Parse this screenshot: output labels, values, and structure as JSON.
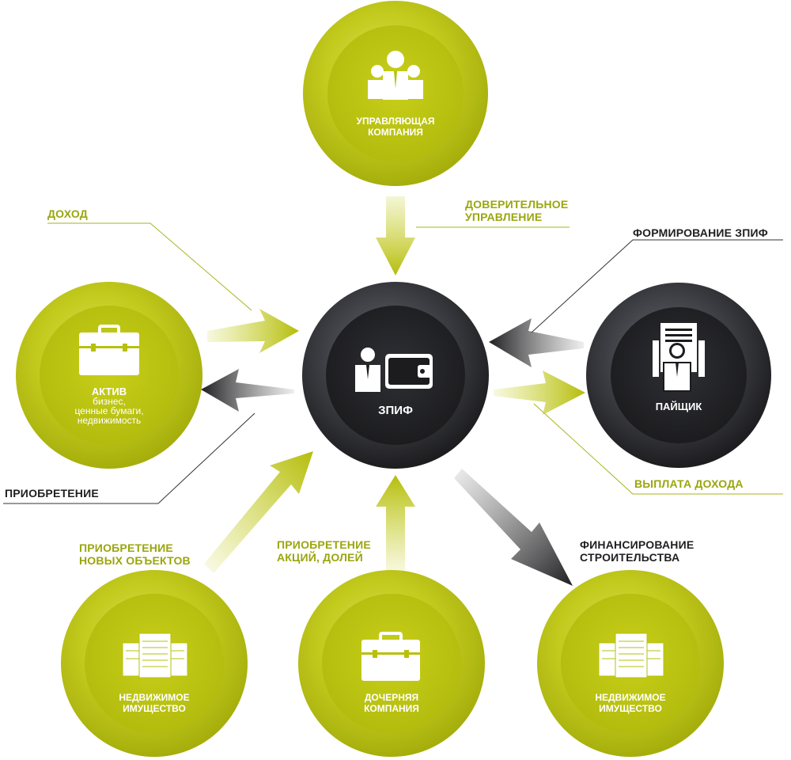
{
  "nodes": {
    "management": {
      "line1": "УПРАВЛЯЮЩАЯ",
      "line2": "КОМПАНИЯ",
      "icon": "team-icon"
    },
    "fund": {
      "label": "ЗПИФ",
      "icon": "person-wallet-icon"
    },
    "asset": {
      "title": "АКТИВ",
      "sub1": "бизнес,",
      "sub2": "ценные бумаги,",
      "sub3": "недвижимость",
      "icon": "briefcase-icon"
    },
    "shareholder": {
      "label": "ПАЙЩИК",
      "icon": "person-certificate-icon"
    },
    "realty_left": {
      "line1": "НЕДВИЖИМОЕ",
      "line2": "ИМУЩЕСТВО",
      "icon": "buildings-icon"
    },
    "subsidiary": {
      "line1": "ДОЧЕРНЯЯ",
      "line2": "КОМПАНИЯ",
      "icon": "briefcase-icon"
    },
    "realty_right": {
      "line1": "НЕДВИЖИМОЕ",
      "line2": "ИМУЩЕСТВО",
      "icon": "buildings-icon"
    }
  },
  "labels": {
    "trust": {
      "line1": "ДОВЕРИТЕЛЬНОЕ",
      "line2": "УПРАВЛЕНИЕ"
    },
    "income": {
      "line1": "ДОХОД"
    },
    "formation": {
      "line1": "ФОРМИРОВАНИЕ ЗПИФ"
    },
    "acquisition": {
      "line1": "ПРИОБРЕТЕНИЕ"
    },
    "payout": {
      "line1": "ВЫПЛАТА ДОХОДА"
    },
    "new_objects": {
      "line1": "ПРИОБРЕТЕНИЕ",
      "line2": "НОВЫХ ОБЪЕКТОВ"
    },
    "shares": {
      "line1": "ПРИОБРЕТЕНИЕ",
      "line2": "АКЦИЙ, ДОЛЕЙ"
    },
    "financing": {
      "line1": "ФИНАНСИРОВАНИЕ",
      "line2": "СТРОИТЕЛЬСТВА"
    }
  },
  "colors": {
    "olive": "#b7c10c",
    "olive_text": "#9aa60d",
    "dark": "#2a2a2e"
  }
}
